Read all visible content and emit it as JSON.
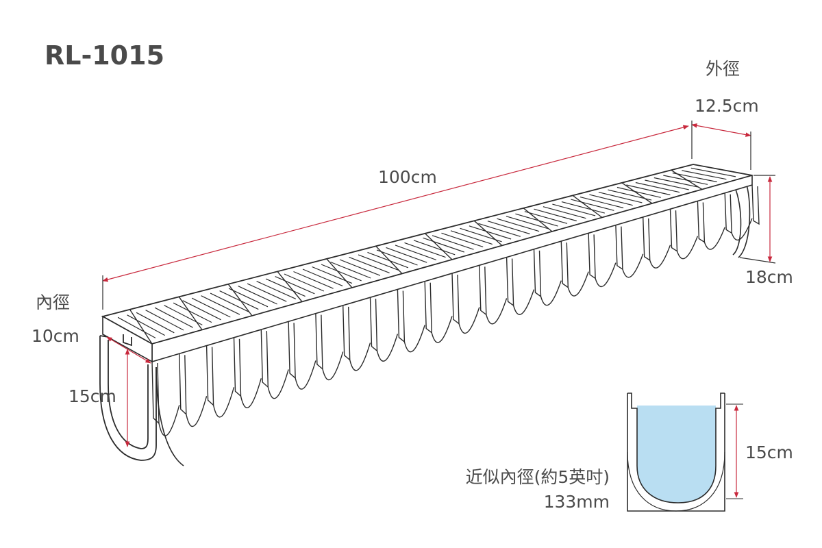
{
  "title": "RL-1015",
  "labels": {
    "outer_name": "外徑",
    "outer_value": "12.5cm",
    "length": "100cm",
    "height_right": "18cm",
    "inner_name": "內徑",
    "inner_value": "10cm",
    "depth_left": "15cm",
    "section_depth": "15cm",
    "approx_inner": "近似內徑(約5英吋)",
    "approx_mm": "133mm"
  },
  "colors": {
    "text": "#4a4a4a",
    "line": "#2b2b2b",
    "dimension": "#c8283c",
    "water": "#b9def2"
  }
}
